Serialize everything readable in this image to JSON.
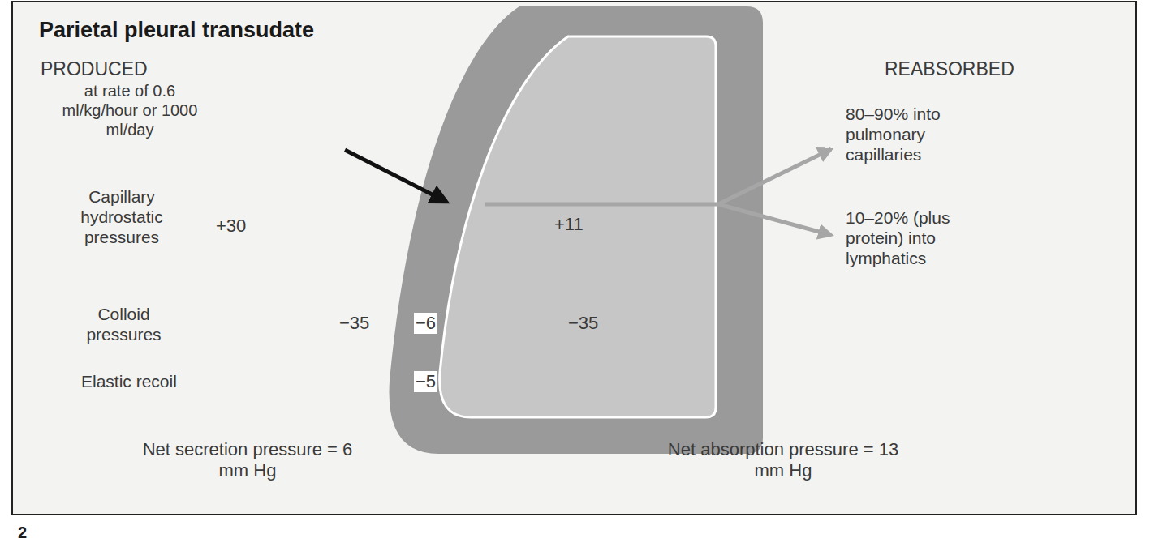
{
  "diagram": {
    "title": "Parietal pleural transudate",
    "labels": [
      "PRODUCED",
      "at rate of 0.6 ml/kg/hour or 1000 ml/day",
      "REABSORBED",
      "80–90% into pulmonary capillaries",
      "10–20% (plus protein) into lymphatics",
      "Capillary hydrostatic pressures",
      "+30",
      "+11",
      "Colloid pressures",
      "−35",
      "−6",
      "−35",
      "Elastic recoil",
      "−5",
      "Net secretion pressure = 6 mm Hg",
      "Net absorption pressure = 13 mm Hg",
      "2"
    ]
  }
}
